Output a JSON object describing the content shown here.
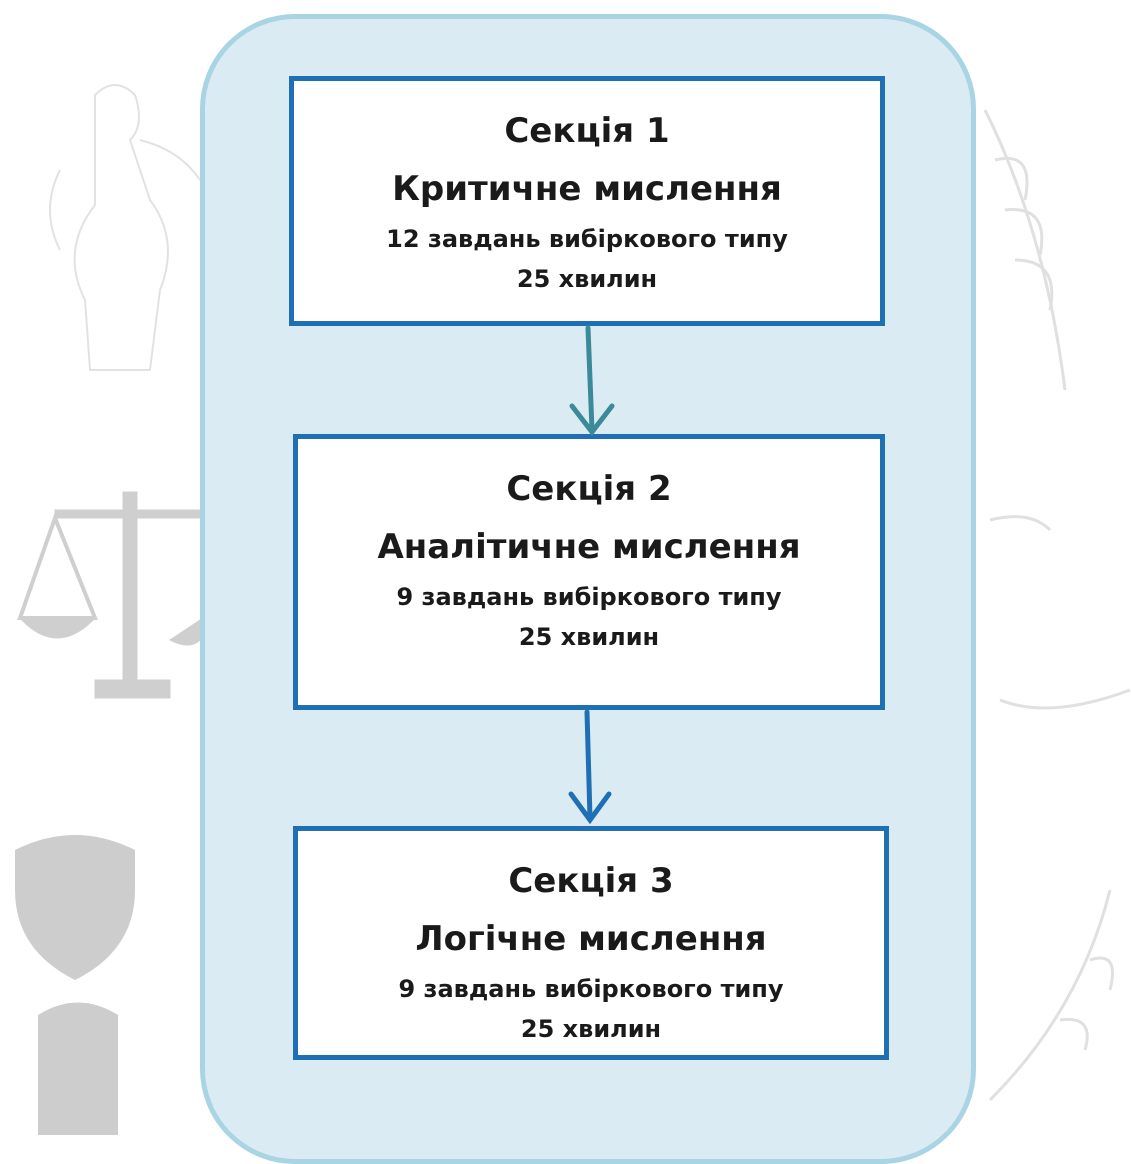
{
  "sections": [
    {
      "title": "Секція 1",
      "name": "Критичне мислення",
      "tasks": "12 завдань вибіркового типу",
      "time": "25 хвилин"
    },
    {
      "title": "Секція 2",
      "name": "Аналітичне мислення",
      "tasks": "9 завдань вибіркового типу",
      "time": "25 хвилин"
    },
    {
      "title": "Секція 3",
      "name": "Логічне мислення",
      "tasks": "9 завдань вибіркового типу",
      "time": "25 хвилин"
    }
  ],
  "colors": {
    "container_fill": "#dbebf3",
    "container_border": "#a9d4e3",
    "box_border": "#1f6fb4",
    "arrow_1": "#3a8a9a",
    "arrow_2": "#1f6fb4",
    "watermark": "#d3d3d3"
  },
  "background_icons": [
    "justice-statue-icon",
    "scales-icon",
    "shield-icon",
    "laurel-branch-icon"
  ]
}
